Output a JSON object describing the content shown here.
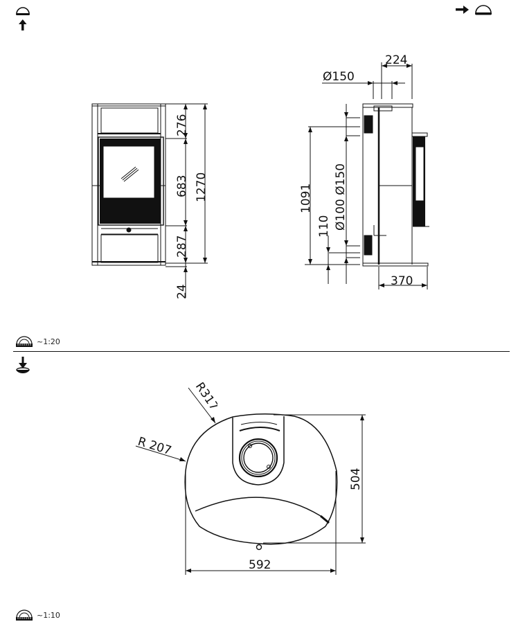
{
  "header": {
    "top_left_icon": "view-from-front-icon",
    "top_right_icon": "view-from-side-icon"
  },
  "front_view": {
    "dimensions": {
      "top_panel": "276",
      "door": "683",
      "bottom_panel": "287",
      "total_height": "1270",
      "base": "24"
    }
  },
  "side_view": {
    "dimensions": {
      "flue_top_offset": "224",
      "flue_top_diameter": "Ø150",
      "rear_flue_height": "1091",
      "rear_flue_diameters": "Ø100 Ø150",
      "air_inlet_height": "110",
      "depth": "370"
    }
  },
  "scales": {
    "upper": "~1:20",
    "lower": "~1:10"
  },
  "plan_view": {
    "icon": "view-from-top-icon",
    "dimensions": {
      "radius_large": "R317",
      "radius_small": "R 207",
      "depth": "504",
      "width": "592"
    }
  }
}
